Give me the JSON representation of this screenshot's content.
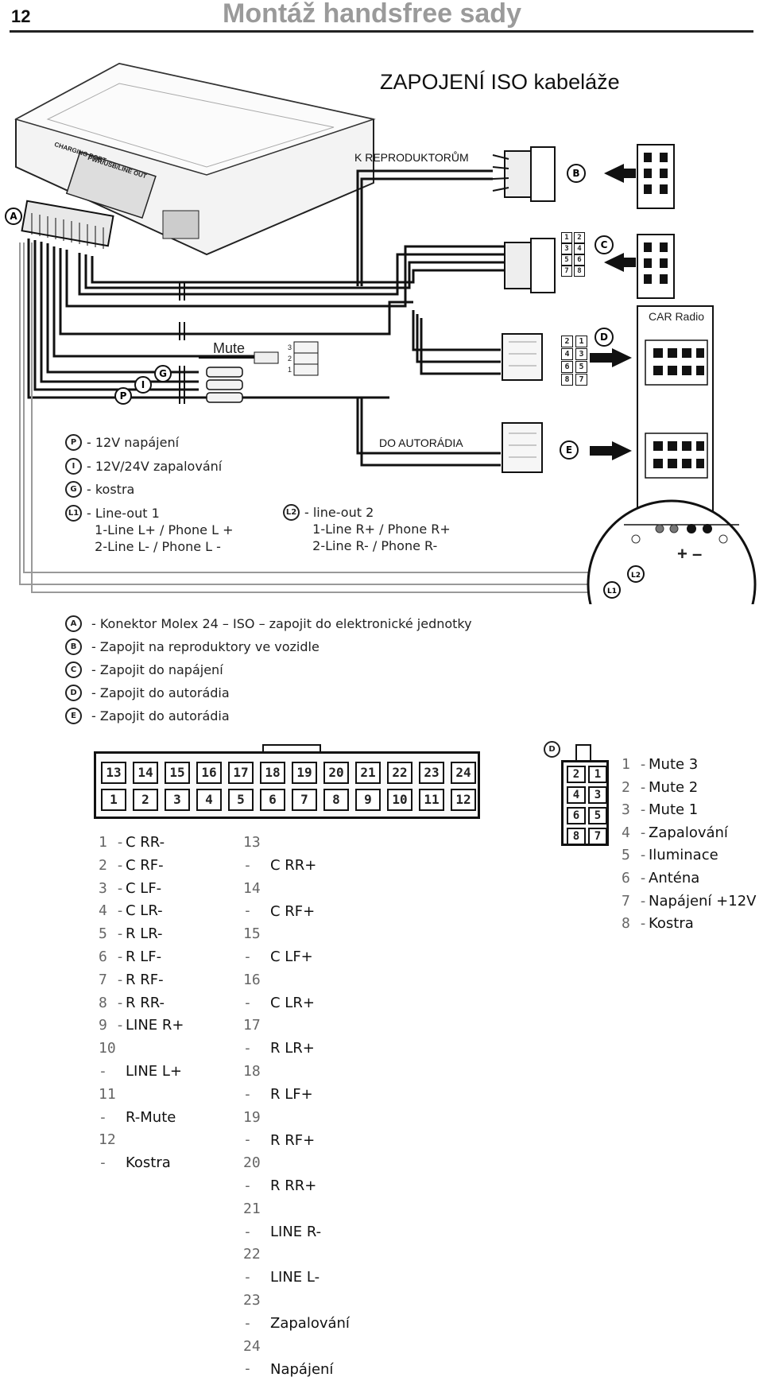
{
  "header": {
    "page_number": "12",
    "title": "Montáž handsfree sady"
  },
  "diagram": {
    "title": "ZAPOJENÍ ISO kabeláže",
    "to_speakers_label": "K REPRODUKTORŮM",
    "to_radio_label": "DO AUTORÁDIA",
    "mute_label": "Mute",
    "car_radio_label": "CAR Radio",
    "device_labels": {
      "charging_port": "CHARGING PORT",
      "pwr_label": "PWR/USB/LINE OUT"
    },
    "mute_pins": [
      "3",
      "2",
      "1"
    ],
    "c_pins": [
      "1",
      "2",
      "3",
      "4",
      "5",
      "6",
      "7",
      "8"
    ],
    "d_pins_small": [
      "2",
      "1",
      "4",
      "3",
      "6",
      "5",
      "8",
      "7"
    ],
    "plus_minus": "+ –"
  },
  "wire_legend": [
    {
      "badge": "P",
      "text": "- 12V napájení"
    },
    {
      "badge": "I",
      "text": "- 12V/24V zapalování"
    },
    {
      "badge": "G",
      "text": "- kostra"
    },
    {
      "badge": "L1",
      "text": "- Line-out 1\n  1-Line L+ / Phone L +\n  2-Line L- / Phone L -"
    },
    {
      "badge": "L2",
      "text": "- line-out 2\n  1-Line R+ / Phone R+\n  2-Line R- / Phone R-"
    }
  ],
  "connector_legend": [
    {
      "badge": "A",
      "text": "- Konektor Molex 24 – ISO – zapojit do elektronické jednotky"
    },
    {
      "badge": "B",
      "text": "- Zapojit na reproduktory ve vozidle"
    },
    {
      "badge": "C",
      "text": "- Zapojit do napájení"
    },
    {
      "badge": "D",
      "text": "- Zapojit do autorádia"
    },
    {
      "badge": "E",
      "text": "- Zapojit do autorádia"
    }
  ],
  "molex": {
    "top_row": [
      "13",
      "14",
      "15",
      "16",
      "17",
      "18",
      "19",
      "20",
      "21",
      "22",
      "23",
      "24"
    ],
    "bottom_row": [
      "1",
      "2",
      "3",
      "4",
      "5",
      "6",
      "7",
      "8",
      "9",
      "10",
      "11",
      "12"
    ],
    "pins_left": [
      {
        "num": "1 -",
        "label": "C RR-"
      },
      {
        "num": "2 -",
        "label": "C RF-"
      },
      {
        "num": "3 -",
        "label": "C LF-"
      },
      {
        "num": "4 -",
        "label": "C LR-"
      },
      {
        "num": "5 -",
        "label": "R LR-"
      },
      {
        "num": "6 -",
        "label": "R LF-"
      },
      {
        "num": "7 -",
        "label": "R RF-"
      },
      {
        "num": "8 -",
        "label": "R RR-"
      },
      {
        "num": "9 -",
        "label": "LINE R+"
      },
      {
        "num": "10 -",
        "label": "LINE L+"
      },
      {
        "num": "11 -",
        "label": "R-Mute"
      },
      {
        "num": "12 -",
        "label": "Kostra"
      }
    ],
    "pins_right": [
      {
        "num": "13 -",
        "label": "C RR+"
      },
      {
        "num": "14 -",
        "label": "C RF+"
      },
      {
        "num": "15 -",
        "label": "C LF+"
      },
      {
        "num": "16 -",
        "label": "C LR+"
      },
      {
        "num": "17 -",
        "label": "R LR+"
      },
      {
        "num": "18 -",
        "label": "R LF+"
      },
      {
        "num": "19 -",
        "label": "R RF+"
      },
      {
        "num": "20 -",
        "label": "R RR+"
      },
      {
        "num": "21 -",
        "label": "LINE R-"
      },
      {
        "num": "22 -",
        "label": "LINE L-"
      },
      {
        "num": "23 -",
        "label": "Zapalování"
      },
      {
        "num": "24 -",
        "label": "Napájení"
      }
    ]
  },
  "d_connector": {
    "badge": "D",
    "pins": [
      "2",
      "1",
      "4",
      "3",
      "6",
      "5",
      "8",
      "7"
    ],
    "legend": [
      {
        "num": "1 -",
        "label": "Mute 3"
      },
      {
        "num": "2 -",
        "label": "Mute 2"
      },
      {
        "num": "3 -",
        "label": "Mute 1"
      },
      {
        "num": "4 -",
        "label": "Zapalování"
      },
      {
        "num": "5 -",
        "label": "Iluminace"
      },
      {
        "num": "6 -",
        "label": "Anténa"
      },
      {
        "num": "7 -",
        "label": "Napájení +12V"
      },
      {
        "num": "8 -",
        "label": "Kostra"
      }
    ]
  }
}
